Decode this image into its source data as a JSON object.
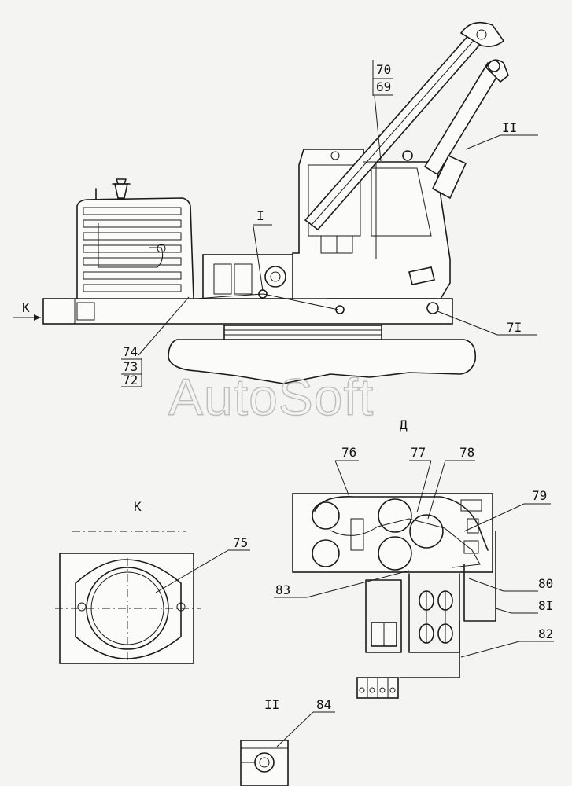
{
  "watermark": "AutoSoft",
  "view_titles": {
    "view_k": "K",
    "view_d": "Д",
    "view_ii": "II",
    "arrow_k": "K"
  },
  "callouts": {
    "c70": "70",
    "c69": "69",
    "cII": "II",
    "cI": "I",
    "c71": "7I",
    "c74": "74",
    "c73": "73",
    "c72": "72",
    "c75": "75",
    "c76": "76",
    "c77": "77",
    "c78": "78",
    "c79": "79",
    "c80": "80",
    "c81": "8I",
    "c82": "82",
    "c83": "83",
    "c84": "84"
  }
}
